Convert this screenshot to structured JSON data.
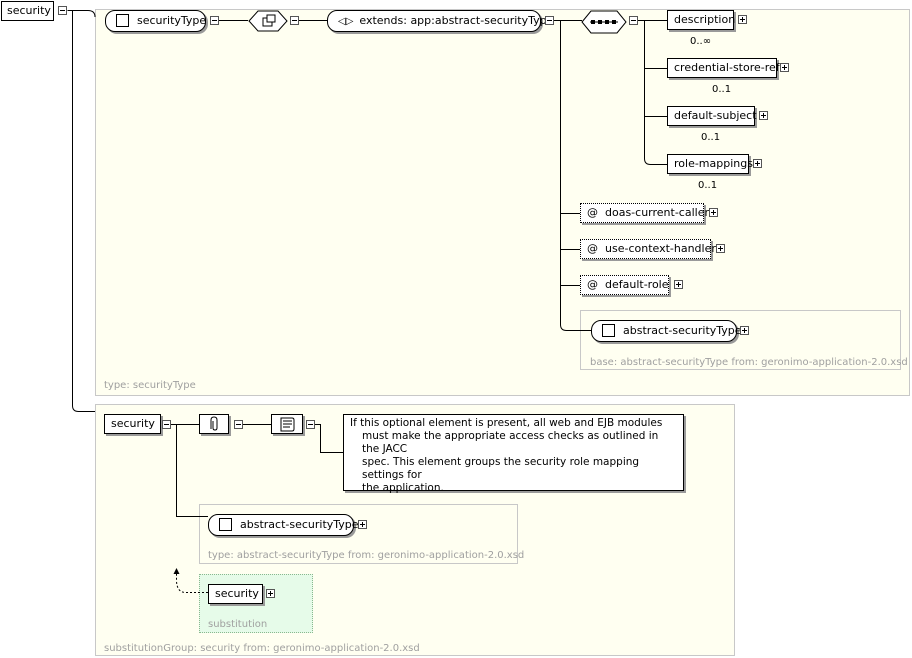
{
  "root": {
    "label": "security"
  },
  "type_panel": {
    "caption": "type: securityType",
    "type_name": "securityType",
    "extension_label": "extends: app:abstract-securityType",
    "sequence_elements": [
      {
        "label": "description",
        "cardinality": "0..∞"
      },
      {
        "label": "credential-store-ref",
        "cardinality": "0..1"
      },
      {
        "label": "default-subject",
        "cardinality": "0..1"
      },
      {
        "label": "role-mappings",
        "cardinality": "0..1"
      }
    ],
    "attributes": [
      {
        "symbol": "@",
        "label": "doas-current-caller"
      },
      {
        "symbol": "@",
        "label": "use-context-handler"
      },
      {
        "symbol": "@",
        "label": "default-role"
      }
    ],
    "base": {
      "label": "abstract-securityType",
      "caption": "base: abstract-securityType from: geronimo-application-2.0.xsd"
    }
  },
  "element_panel": {
    "caption": "substitutionGroup: security from: geronimo-application-2.0.xsd",
    "element_label": "security",
    "documentation": [
      "If this optional element is present, all web and EJB modules",
      "must make the appropriate access checks as outlined in the JACC",
      "spec. This element groups the security role mapping settings for",
      "the application."
    ],
    "abstract_type": {
      "label": "abstract-securityType",
      "caption": "type: abstract-securityType from: geronimo-application-2.0.xsd"
    },
    "substitution": {
      "label": "security",
      "caption": "substitution"
    }
  },
  "colors": {
    "panel_background": "#fffff1",
    "substitution_background": "#e6fbe9",
    "caption_gray": "#a0a0a0"
  },
  "icons": {
    "sequence": "sequence-compositor-icon",
    "choice": "choice-compositor-icon",
    "extension": "extension-icon",
    "annotation": "annotation-icon",
    "documentation": "documentation-icon"
  }
}
